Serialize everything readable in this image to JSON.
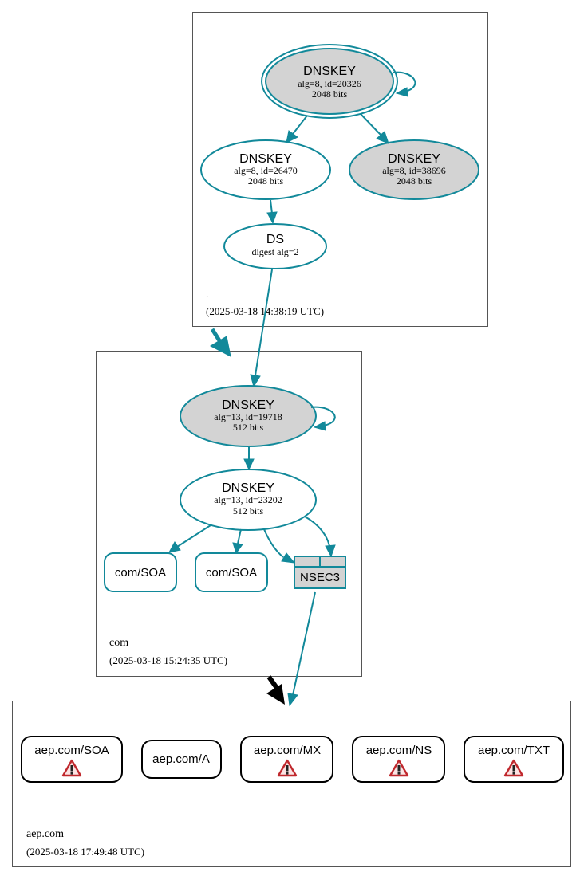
{
  "zones": {
    "root": {
      "name": ".",
      "timestamp": "(2025-03-18 14:38:19 UTC)",
      "ksk": {
        "type": "DNSKEY",
        "detail": "alg=8, id=20326",
        "bits": "2048 bits"
      },
      "zsk": {
        "type": "DNSKEY",
        "detail": "alg=8, id=26470",
        "bits": "2048 bits"
      },
      "key3": {
        "type": "DNSKEY",
        "detail": "alg=8, id=38696",
        "bits": "2048 bits"
      },
      "ds": {
        "type": "DS",
        "detail": "digest alg=2"
      }
    },
    "com": {
      "name": "com",
      "timestamp": "(2025-03-18 15:24:35 UTC)",
      "ksk": {
        "type": "DNSKEY",
        "detail": "alg=13, id=19718",
        "bits": "512 bits"
      },
      "zsk": {
        "type": "DNSKEY",
        "detail": "alg=13, id=23202",
        "bits": "512 bits"
      },
      "soa1": "com/SOA",
      "soa2": "com/SOA",
      "nsec3": "NSEC3"
    },
    "aep": {
      "name": "aep.com",
      "timestamp": "(2025-03-18 17:49:48 UTC)",
      "records": [
        {
          "label": "aep.com/SOA",
          "warning": true
        },
        {
          "label": "aep.com/A",
          "warning": false
        },
        {
          "label": "aep.com/MX",
          "warning": true
        },
        {
          "label": "aep.com/NS",
          "warning": true
        },
        {
          "label": "aep.com/TXT",
          "warning": true
        }
      ]
    }
  },
  "colors": {
    "edge": "#12899a",
    "ksk_fill": "#d3d3d3",
    "warning": "#c0282d",
    "delegation_insecure": "#000000"
  },
  "icons": {
    "warning": "warning-triangle-icon"
  }
}
